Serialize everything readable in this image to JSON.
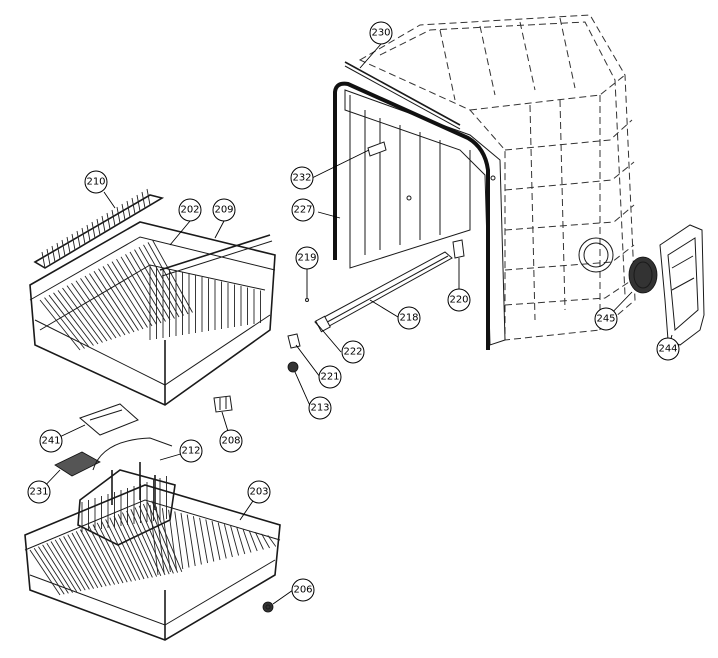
{
  "parts": [
    {
      "id": "tub",
      "label": "230"
    },
    {
      "id": "tub-bracket",
      "label": "232"
    },
    {
      "id": "door-gasket",
      "label": "227"
    },
    {
      "id": "upper-rack-rail-tip",
      "label": "219"
    },
    {
      "id": "rail-end-cap",
      "label": "220"
    },
    {
      "id": "upper-rack-rail",
      "label": "218"
    },
    {
      "id": "rail-stop",
      "label": "222"
    },
    {
      "id": "rail-clip",
      "label": "221"
    },
    {
      "id": "rail-wheel",
      "label": "213"
    },
    {
      "id": "vent-grille",
      "label": "245"
    },
    {
      "id": "vent-cover",
      "label": "244"
    },
    {
      "id": "top-rack-tine-row",
      "label": "210"
    },
    {
      "id": "upper-rack",
      "label": "202"
    },
    {
      "id": "upper-rack-tine-bar",
      "label": "209"
    },
    {
      "id": "rack-adjuster",
      "label": "208"
    },
    {
      "id": "basket-lid",
      "label": "241"
    },
    {
      "id": "basket-handle",
      "label": "212"
    },
    {
      "id": "basket-cover-mesh",
      "label": "231"
    },
    {
      "id": "lower-rack",
      "label": "203"
    },
    {
      "id": "lower-rack-wheel",
      "label": "206"
    }
  ]
}
